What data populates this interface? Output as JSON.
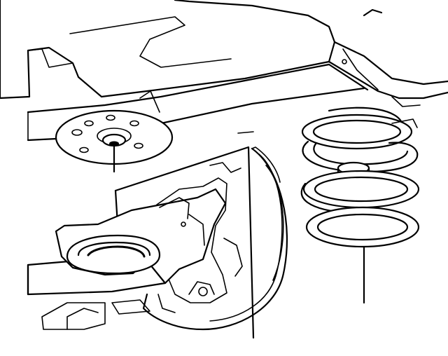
{
  "diagram": {
    "colors": {
      "line": "#000000",
      "background": "#ffffff"
    },
    "parts": [
      {
        "id": "body-underside",
        "kind": "vehicle structure"
      },
      {
        "id": "frame-rail",
        "kind": "vehicle structure"
      },
      {
        "id": "upper-spring-insulator",
        "kind": "component"
      },
      {
        "id": "coil-spring",
        "kind": "component"
      },
      {
        "id": "axle-spring-seat",
        "kind": "component"
      },
      {
        "id": "brake-backing-plate",
        "kind": "component"
      },
      {
        "id": "brake-drum",
        "kind": "component"
      },
      {
        "id": "rear-axle",
        "kind": "component"
      }
    ],
    "callouts": [
      {
        "id": "callout-insulator",
        "target": "upper-spring-insulator"
      },
      {
        "id": "callout-spring",
        "target": "coil-spring"
      }
    ]
  }
}
